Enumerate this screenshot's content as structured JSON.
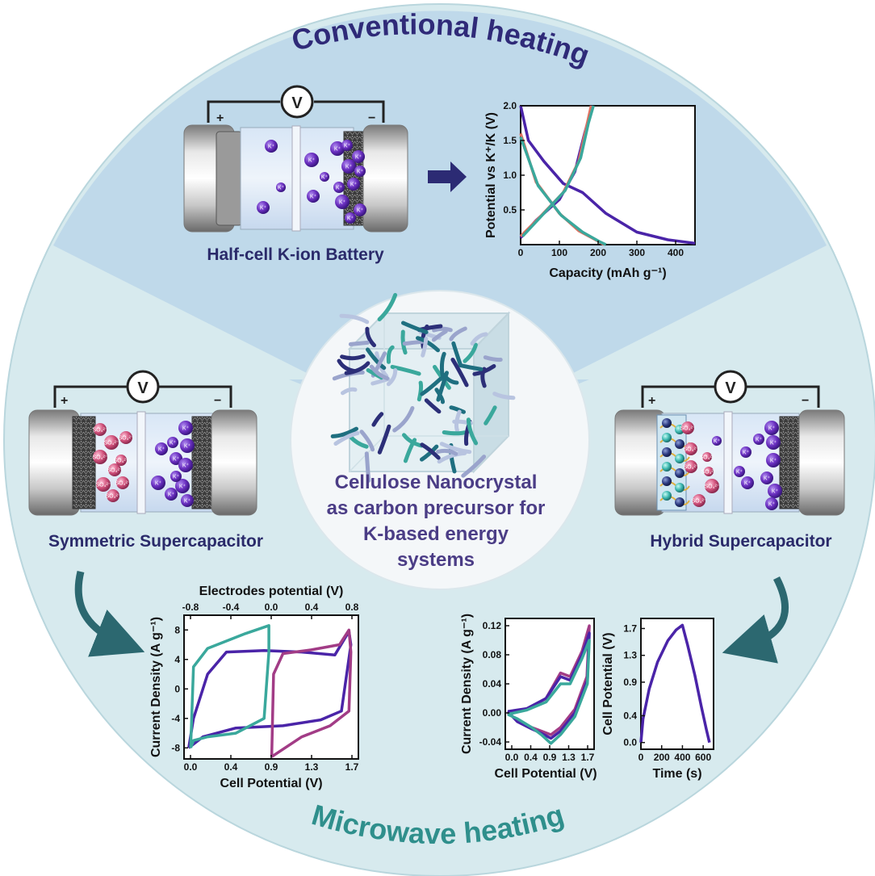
{
  "titles": {
    "top": "Conventional heating",
    "bottom": "Microwave heating"
  },
  "center": {
    "lines": [
      "Cellulose Nanocrystal",
      "as carbon precursor for",
      "K-based energy",
      "systems"
    ]
  },
  "devices": {
    "half_cell": {
      "label": "Half-cell K-ion Battery",
      "plus": "+",
      "minus": "−",
      "meter": "V"
    },
    "symmetric": {
      "label": "Symmetric Supercapacitor",
      "plus": "+",
      "minus": "−",
      "meter": "V"
    },
    "hybrid": {
      "label": "Hybrid Supercapacitor",
      "plus": "+",
      "minus": "−",
      "meter": "V"
    }
  },
  "ions": {
    "cation": "K⁺",
    "anion": "SO₄²⁻"
  },
  "colors": {
    "outer_circle": "#d7eaee",
    "top_sector": "#bfd9ea",
    "center_circle": "#f4f7f9",
    "navy": "#2c2b74",
    "purple": "#4a24a8",
    "teal": "#3aa89c",
    "magenta": "#a23c86",
    "salmon": "#e07060",
    "pink_ion": "#d0507a",
    "purple_ion": "#6a2fc0"
  },
  "chart_data": [
    {
      "type": "line",
      "xlabel": "Capacity (mAh g⁻¹)",
      "ylabel": "Potential vs K⁺/K (V)",
      "xlim": [
        0,
        450
      ],
      "ylim": [
        0,
        2.0
      ],
      "xticks": [
        "0",
        "100",
        "200",
        "300",
        "400"
      ],
      "yticks": [
        "0.5",
        "1.0",
        "1.5",
        "2.0"
      ],
      "series": [
        {
          "color": "#4a24a8",
          "points": [
            [
              0,
              2.0
            ],
            [
              20,
              1.5
            ],
            [
              60,
              1.2
            ],
            [
              110,
              0.88
            ],
            [
              160,
              0.75
            ],
            [
              220,
              0.45
            ],
            [
              300,
              0.18
            ],
            [
              380,
              0.07
            ],
            [
              450,
              0.02
            ]
          ]
        },
        {
          "color": "#4a24a8",
          "points": [
            [
              0,
              0.1
            ],
            [
              40,
              0.35
            ],
            [
              100,
              0.65
            ],
            [
              140,
              1.05
            ],
            [
              165,
              1.6
            ],
            [
              185,
              2.0
            ]
          ]
        },
        {
          "color": "#e07060",
          "points": [
            [
              0,
              1.6
            ],
            [
              40,
              0.9
            ],
            [
              100,
              0.45
            ],
            [
              150,
              0.2
            ],
            [
              200,
              0.05
            ],
            [
              215,
              0.0
            ]
          ]
        },
        {
          "color": "#e07060",
          "points": [
            [
              0,
              0.12
            ],
            [
              50,
              0.4
            ],
            [
              110,
              0.75
            ],
            [
              150,
              1.2
            ],
            [
              170,
              1.7
            ],
            [
              182,
              2.0
            ]
          ]
        },
        {
          "color": "#3aa89c",
          "points": [
            [
              0,
              1.55
            ],
            [
              45,
              0.85
            ],
            [
              105,
              0.42
            ],
            [
              160,
              0.18
            ],
            [
              205,
              0.04
            ],
            [
              220,
              0.0
            ]
          ]
        },
        {
          "color": "#3aa89c",
          "points": [
            [
              5,
              0.12
            ],
            [
              55,
              0.42
            ],
            [
              115,
              0.78
            ],
            [
              155,
              1.25
            ],
            [
              175,
              1.75
            ],
            [
              188,
              2.0
            ]
          ]
        }
      ]
    },
    {
      "type": "line",
      "title": "Electrodes potential (V)",
      "xlabel": "Cell Potential (V)",
      "ylabel": "Current Density (A g⁻¹)",
      "xlim": [
        -0.05,
        1.8
      ],
      "ylim": [
        -9.5,
        10
      ],
      "xticks": [
        "0.0",
        "0.4",
        "0.9",
        "1.3",
        "1.7"
      ],
      "yticks": [
        "8",
        "4",
        "0",
        "-4",
        "-8"
      ],
      "top_ticks": [
        "-0.8",
        "-0.4",
        "0.0",
        "0.4",
        "0.8"
      ],
      "series": [
        {
          "color": "#4a24a8",
          "points": [
            [
              0,
              -8
            ],
            [
              0.05,
              -4
            ],
            [
              0.2,
              2
            ],
            [
              0.4,
              5
            ],
            [
              0.8,
              5.2
            ],
            [
              1.2,
              5.0
            ],
            [
              1.55,
              4.6
            ],
            [
              1.7,
              7.8
            ],
            [
              1.72,
              6
            ],
            [
              1.62,
              -3
            ],
            [
              1.4,
              -4.2
            ],
            [
              1.0,
              -5.0
            ],
            [
              0.5,
              -5.3
            ],
            [
              0.15,
              -6.5
            ],
            [
              0,
              -8
            ]
          ]
        },
        {
          "color": "#3aa89c",
          "points": [
            [
              0.02,
              -8
            ],
            [
              0.05,
              3
            ],
            [
              0.2,
              5.5
            ],
            [
              0.6,
              7.5
            ],
            [
              0.85,
              8.6
            ],
            [
              0.85,
              5
            ],
            [
              0.8,
              -4
            ],
            [
              0.5,
              -6
            ],
            [
              0.2,
              -6.5
            ],
            [
              0.05,
              -7
            ],
            [
              0.02,
              -8
            ]
          ]
        },
        {
          "color": "#a23c86",
          "points": [
            [
              0.88,
              -9.2
            ],
            [
              0.9,
              2
            ],
            [
              1.0,
              4.8
            ],
            [
              1.3,
              5.3
            ],
            [
              1.6,
              6
            ],
            [
              1.7,
              8
            ],
            [
              1.72,
              5
            ],
            [
              1.7,
              -3
            ],
            [
              1.5,
              -5
            ],
            [
              1.2,
              -6.5
            ],
            [
              0.95,
              -8.6
            ],
            [
              0.88,
              -9.2
            ]
          ]
        }
      ]
    },
    {
      "type": "line",
      "xlabel": "Cell Potential (V)",
      "ylabel": "Current Density (A g⁻¹)",
      "xlim": [
        -0.05,
        1.8
      ],
      "ylim": [
        -0.05,
        0.13
      ],
      "xticks": [
        "0.0",
        "0.4",
        "0.9",
        "1.3",
        "1.7"
      ],
      "yticks": [
        "0.12",
        "0.08",
        "0.04",
        "0.00",
        "-0.04"
      ],
      "series": [
        {
          "color": "#a23c86",
          "points": [
            [
              0,
              0.0
            ],
            [
              0.4,
              0.005
            ],
            [
              0.8,
              0.02
            ],
            [
              1.1,
              0.055
            ],
            [
              1.3,
              0.05
            ],
            [
              1.55,
              0.085
            ],
            [
              1.7,
              0.12
            ],
            [
              1.65,
              0.05
            ],
            [
              1.4,
              0.005
            ],
            [
              1.1,
              -0.02
            ],
            [
              0.9,
              -0.03
            ],
            [
              0.7,
              -0.025
            ],
            [
              0.5,
              -0.02
            ],
            [
              0.2,
              -0.01
            ],
            [
              0,
              0.0
            ]
          ]
        },
        {
          "color": "#4a24a8",
          "points": [
            [
              0,
              0.002
            ],
            [
              0.4,
              0.006
            ],
            [
              0.8,
              0.02
            ],
            [
              1.1,
              0.05
            ],
            [
              1.3,
              0.045
            ],
            [
              1.55,
              0.08
            ],
            [
              1.7,
              0.11
            ],
            [
              1.66,
              0.045
            ],
            [
              1.4,
              0.0
            ],
            [
              1.1,
              -0.025
            ],
            [
              0.9,
              -0.035
            ],
            [
              0.7,
              -0.028
            ],
            [
              0.5,
              -0.022
            ],
            [
              0.2,
              -0.012
            ],
            [
              0,
              0.002
            ]
          ]
        },
        {
          "color": "#3aa89c",
          "points": [
            [
              0,
              -0.002
            ],
            [
              0.4,
              0.004
            ],
            [
              0.8,
              0.015
            ],
            [
              1.1,
              0.04
            ],
            [
              1.3,
              0.04
            ],
            [
              1.55,
              0.075
            ],
            [
              1.7,
              0.1
            ],
            [
              1.66,
              0.04
            ],
            [
              1.4,
              -0.005
            ],
            [
              1.1,
              -0.03
            ],
            [
              0.9,
              -0.042
            ],
            [
              0.7,
              -0.03
            ],
            [
              0.5,
              -0.02
            ],
            [
              0.2,
              -0.008
            ],
            [
              0,
              -0.002
            ]
          ]
        }
      ]
    },
    {
      "type": "line",
      "xlabel": "Time (s)",
      "ylabel": "Cell Potential (V)",
      "xlim": [
        0,
        700
      ],
      "ylim": [
        -0.1,
        1.85
      ],
      "xticks": [
        "0",
        "200",
        "400",
        "600"
      ],
      "yticks": [
        "1.7",
        "1.3",
        "0.9",
        "0.4",
        "0.0"
      ],
      "series": [
        {
          "color": "#4a24a8",
          "points": [
            [
              0,
              0.0
            ],
            [
              20,
              0.35
            ],
            [
              80,
              0.8
            ],
            [
              160,
              1.2
            ],
            [
              260,
              1.52
            ],
            [
              340,
              1.68
            ],
            [
              400,
              1.75
            ],
            [
              450,
              1.45
            ],
            [
              520,
              1.0
            ],
            [
              580,
              0.55
            ],
            [
              630,
              0.2
            ],
            [
              660,
              0.0
            ]
          ]
        }
      ]
    }
  ]
}
